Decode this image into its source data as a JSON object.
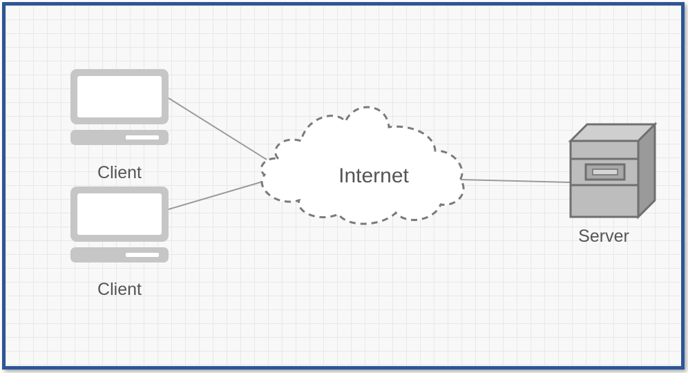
{
  "diagram": {
    "nodes": {
      "client_top": {
        "label": "Client",
        "icon": "laptop-icon"
      },
      "client_bottom": {
        "label": "Client",
        "icon": "laptop-icon"
      },
      "internet": {
        "label": "Internet",
        "icon": "cloud-icon"
      },
      "server": {
        "label": "Server",
        "icon": "server-icon"
      }
    },
    "edges": [
      {
        "from": "client_top",
        "to": "internet"
      },
      {
        "from": "client_bottom",
        "to": "internet"
      },
      {
        "from": "internet",
        "to": "server"
      }
    ],
    "colors": {
      "frame_border": "#2d5597",
      "grid": "#e8e8e8",
      "icon_fill": "#c6c6c6",
      "line": "#9a9a9a",
      "cloud_stroke": "#7a7a7a",
      "server_dark": "#6f6f6f",
      "text": "#555555"
    }
  }
}
